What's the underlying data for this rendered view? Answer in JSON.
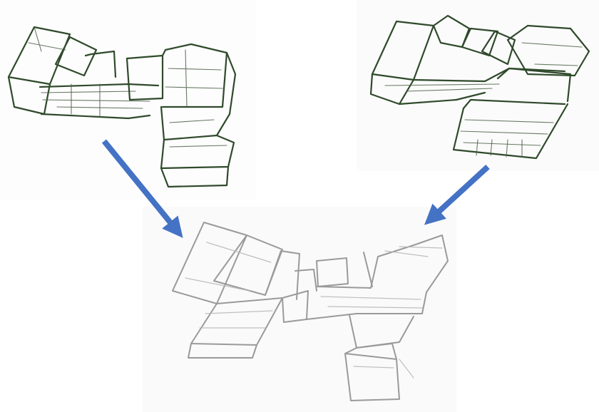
{
  "colors": {
    "arrow": "#4472c4",
    "sketch_green": "#2f4a2b",
    "sketch_gray": "#9a9a9a"
  },
  "figure": {
    "panels": [
      {
        "id": "sketch-top-left",
        "style": "green-pencil"
      },
      {
        "id": "sketch-top-right",
        "style": "green-pencil"
      },
      {
        "id": "sketch-bottom-merged",
        "style": "gray-pencil"
      }
    ],
    "arrows": [
      {
        "from": "sketch-top-left",
        "to": "sketch-bottom-merged"
      },
      {
        "from": "sketch-top-right",
        "to": "sketch-bottom-merged"
      }
    ]
  }
}
